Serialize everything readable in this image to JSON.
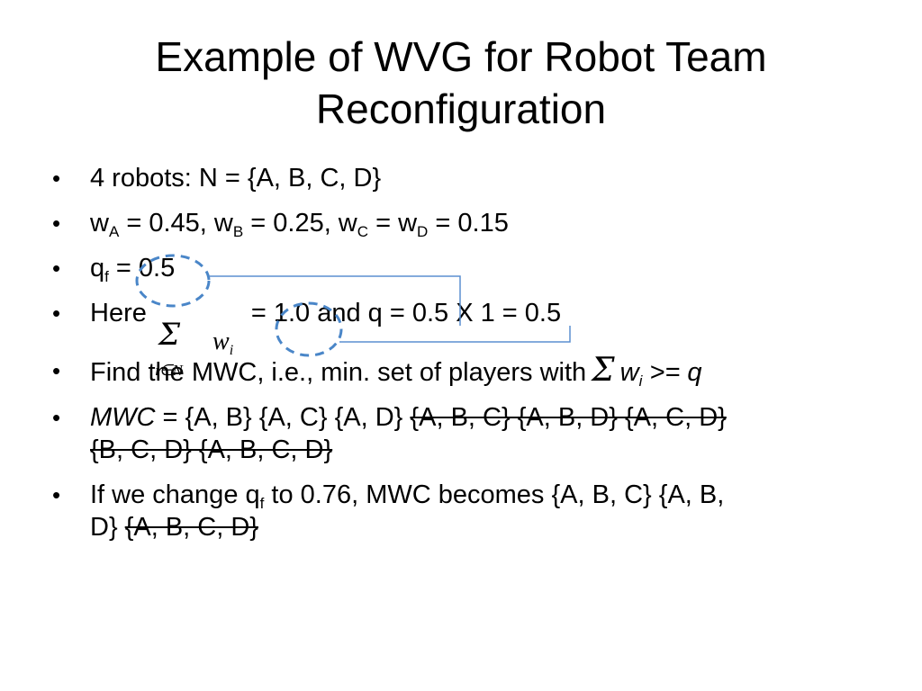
{
  "slide": {
    "title_line1": "Example of WVG for Robot Team",
    "title_line2": "Reconfiguration",
    "bullet_char": "•",
    "b1": {
      "text": "4 robots: N = {A, B, C, D}"
    },
    "b2": {
      "w": "w",
      "sub_a": "A",
      "t1": " = 0.45, w",
      "sub_b": "B",
      "t2": " = 0.25, w",
      "sub_c": "C",
      "t3": " = w",
      "sub_d": "D",
      "t4": " = 0.15"
    },
    "b3": {
      "q": "q",
      "sub_f": "f",
      "t1": " = 0.5"
    },
    "b4": {
      "t1": "Here",
      "t2": "= 1.0 and q = 0.5 X 1 = 0.5"
    },
    "sum": {
      "sigma": "Σ",
      "w": "w",
      "sub_i": "i",
      "index": "i∈N"
    },
    "b5": {
      "t1": "Find the MWC, i.e., min. set of players with",
      "sigma": "Σ",
      "w": "w",
      "sub_i": "i",
      "t2": " >= q"
    },
    "b6": {
      "label": "MWC",
      "t1": " = {A, B} {A, C} {A, D} ",
      "struck1": "{A, B, C} {A, B, D} {A, C, D}",
      "struck2": "{B, C, D} {A, B, C, D}"
    },
    "b7": {
      "t1": "If we change q",
      "sub_f": "f",
      "t2": " to 0.76, MWC becomes {A, B, C} {A, B,",
      "t3": "D} ",
      "struck": "{A, B, C, D}"
    },
    "annotation": {
      "circle_color": "#4a86c8",
      "line_color": "#5b8fd0"
    }
  }
}
